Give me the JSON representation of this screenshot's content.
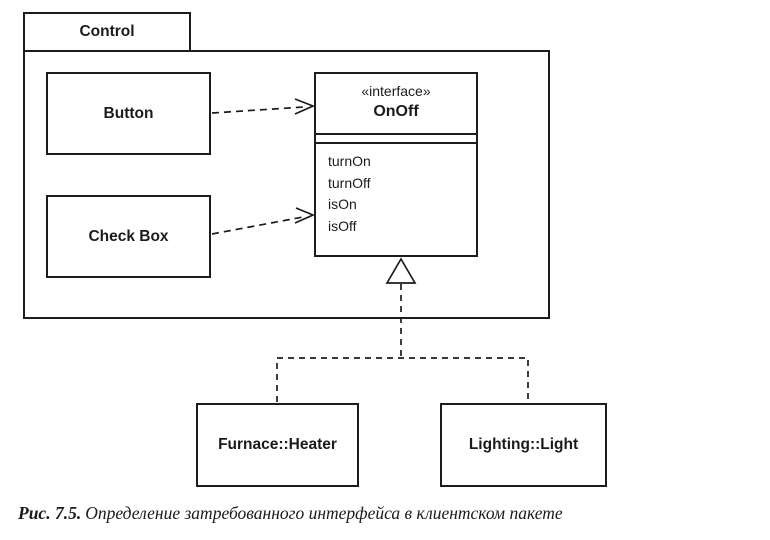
{
  "diagram": {
    "package": {
      "name": "Control"
    },
    "classes": [
      {
        "id": "button",
        "name": "Button"
      },
      {
        "id": "checkbox",
        "name": "Check Box"
      },
      {
        "id": "furnace",
        "name": "Furnace::Heater"
      },
      {
        "id": "lighting",
        "name": "Lighting::Light"
      }
    ],
    "interface": {
      "stereotype": "«interface»",
      "name": "OnOff",
      "operations": [
        "turnOn",
        "turnOff",
        "isOn",
        "isOff"
      ]
    },
    "relations": [
      {
        "type": "dependency",
        "from": "Button",
        "to": "OnOff"
      },
      {
        "type": "dependency",
        "from": "Check Box",
        "to": "OnOff"
      },
      {
        "type": "realization",
        "from": "Furnace::Heater",
        "to": "OnOff"
      },
      {
        "type": "realization",
        "from": "Lighting::Light",
        "to": "OnOff"
      }
    ]
  },
  "caption": {
    "label": "Рис. 7.5.",
    "text": "Определение затребованного интерфейса в клиентском пакете"
  },
  "colors": {
    "line": "#1c1c1c",
    "background": "#ffffff",
    "text": "#1b1b1b"
  }
}
